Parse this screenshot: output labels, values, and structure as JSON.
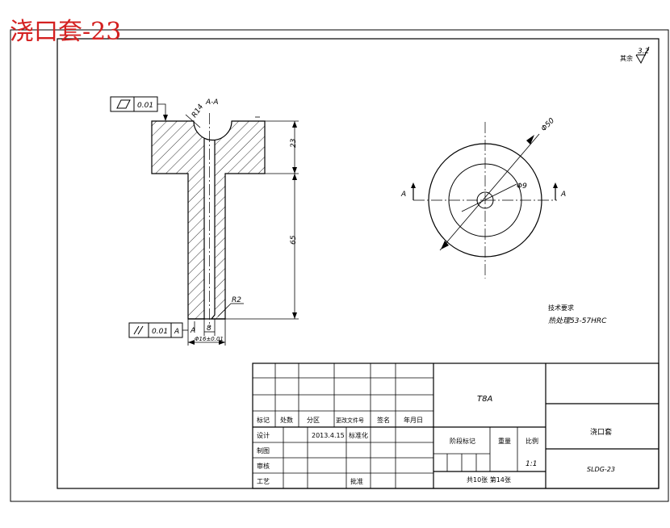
{
  "title": "浇口套-23",
  "roughness": {
    "prefix": "其余",
    "value": "3.2"
  },
  "section_label": "A-A",
  "view_marks": {
    "left": "A",
    "right": "A"
  },
  "dims": {
    "r14": "R14",
    "d23": "23",
    "d65": "65",
    "r2": "R2",
    "d8": "8",
    "d_bottom": "Φ16±0.01",
    "phi50": "Φ50",
    "phi9": "Φ9"
  },
  "tolerance": {
    "flatness_val": "0.01",
    "parallel_val": "0.01",
    "parallel_datum": "A",
    "datum_label": "A"
  },
  "tech_req": {
    "title": "技术要求",
    "line1": "热处理53-57HRC"
  },
  "title_block": {
    "material": "T8A",
    "part_name": "浇口套",
    "drawing_no": "SLDG-23",
    "headers": [
      "标记",
      "处数",
      "分区",
      "更改文件号",
      "签名",
      "年月日"
    ],
    "design_label": "设计",
    "design_date": "2013.4.15",
    "standard_label": "标准化",
    "draft_label": "制图",
    "review_label": "审核",
    "process_label": "工艺",
    "approve_label": "批准",
    "stage_label": "阶段标记",
    "weight_label": "重量",
    "scale_label": "比例",
    "scale_value": "1:1",
    "sheets": "共10张 第14张"
  }
}
